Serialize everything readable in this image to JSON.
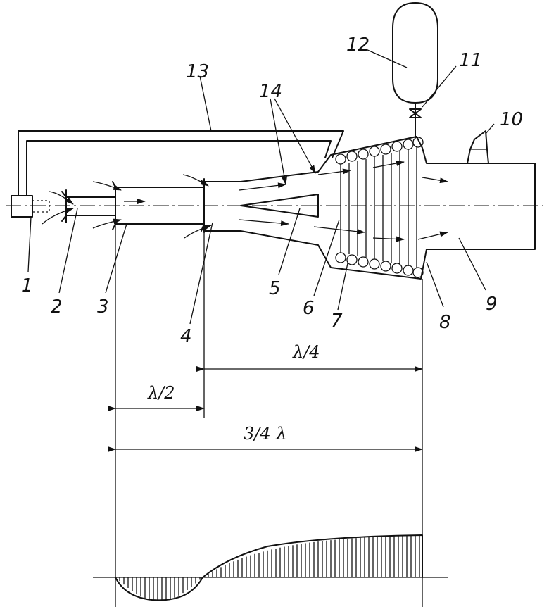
{
  "part_labels": [
    "1",
    "2",
    "3",
    "4",
    "5",
    "6",
    "7",
    "8",
    "9",
    "10",
    "11",
    "12",
    "13",
    "14"
  ],
  "dimensions": {
    "half_lambda": "λ/2",
    "quarter_lambda": "λ/4",
    "three_quarter_lambda": "3/4 λ"
  },
  "colors": {
    "ink": "#111111",
    "paper": "#ffffff"
  }
}
